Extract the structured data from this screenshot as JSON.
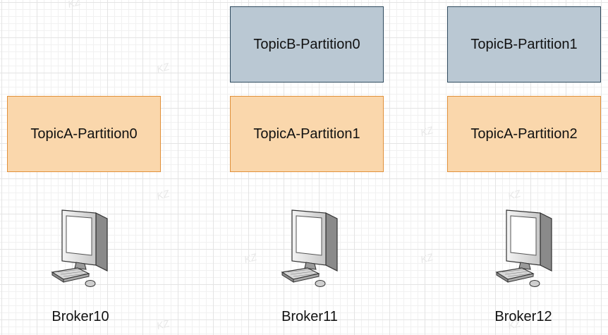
{
  "topic_b_boxes": [
    {
      "label": "TopicB-Partition0"
    },
    {
      "label": "TopicB-Partition1"
    }
  ],
  "topic_a_boxes": [
    {
      "label": "TopicA-Partition0"
    },
    {
      "label": "TopicA-Partition1"
    },
    {
      "label": "TopicA-Partition2"
    }
  ],
  "brokers": [
    {
      "label": "Broker10",
      "icon": "computer-icon"
    },
    {
      "label": "Broker11",
      "icon": "computer-icon"
    },
    {
      "label": "Broker12",
      "icon": "computer-icon"
    }
  ],
  "watermark_text": "KZ",
  "colors": {
    "topic_a_fill": "#fad7ac",
    "topic_a_border": "#e0903a",
    "topic_b_fill": "#bac8d3",
    "topic_b_border": "#2f4a5e"
  }
}
